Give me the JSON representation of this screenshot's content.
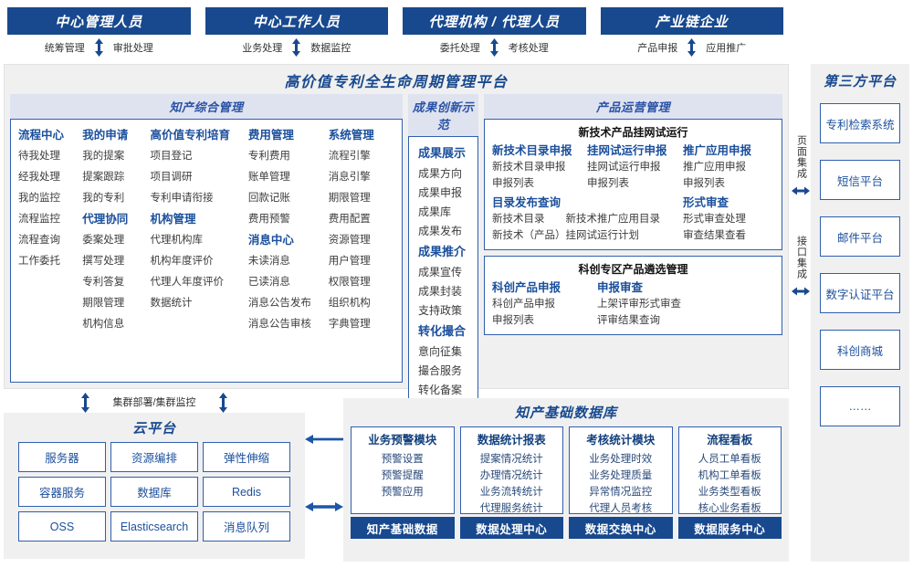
{
  "roles": [
    {
      "title": "中心管理人员",
      "left": "统筹管理",
      "right": "审批处理"
    },
    {
      "title": "中心工作人员",
      "left": "业务处理",
      "right": "数据监控"
    },
    {
      "title": "代理机构 / 代理人员",
      "left": "委托处理",
      "right": "考核处理"
    },
    {
      "title": "产业链企业",
      "left": "产品申报",
      "right": "应用推广"
    }
  ],
  "platform": {
    "title": "高价值专利全生命周期管理平台",
    "panel_a": {
      "header": "知产综合管理",
      "columns": [
        {
          "groups": [
            {
              "title": "流程中心",
              "items": [
                "待我处理",
                "经我处理",
                "我的监控",
                "流程监控",
                "流程查询",
                "工作委托"
              ]
            }
          ]
        },
        {
          "groups": [
            {
              "title": "我的申请",
              "items": [
                "我的提案",
                "提案跟踪",
                "我的专利"
              ]
            },
            {
              "title": "代理协同",
              "items": [
                "委案处理",
                "撰写处理",
                "专利答复",
                "期限管理",
                "机构信息"
              ]
            }
          ]
        },
        {
          "groups": [
            {
              "title": "高价值专利培育",
              "items": [
                "项目登记",
                "项目调研",
                "专利申请衔接"
              ]
            },
            {
              "title": "机构管理",
              "items": [
                "代理机构库",
                "机构年度评价",
                "代理人年度评价",
                "数据统计"
              ]
            }
          ]
        },
        {
          "groups": [
            {
              "title": "费用管理",
              "items": [
                "专利费用",
                "账单管理",
                "回款记账",
                "费用预警"
              ]
            },
            {
              "title": "消息中心",
              "items": [
                "未读消息",
                "已读消息",
                "消息公告发布",
                "消息公告审核"
              ]
            }
          ]
        },
        {
          "groups": [
            {
              "title": "系统管理",
              "items": [
                "流程引擎",
                "消息引擎",
                "期限管理",
                "费用配置",
                "资源管理",
                "用户管理",
                "权限管理",
                "组织机构",
                "字典管理"
              ]
            }
          ]
        }
      ]
    },
    "panel_b": {
      "header": "成果创新示范",
      "groups": [
        {
          "title": "成果展示",
          "items": [
            "成果方向",
            "成果申报",
            "成果库",
            "成果发布"
          ]
        },
        {
          "title": "成果推介",
          "items": [
            "成果宣传",
            "成果封装",
            "支持政策"
          ]
        },
        {
          "title": "转化撮合",
          "items": [
            "意向征集",
            "撮合服务",
            "转化备案"
          ]
        }
      ]
    },
    "panel_c": {
      "header": "产品运营管理",
      "card1": {
        "title": "新技术产品挂网试运行",
        "row1": [
          {
            "title": "新技术目录申报",
            "items": [
              "新技术目录申报",
              "申报列表"
            ]
          },
          {
            "title": "挂网试运行申报",
            "items": [
              "挂网试运行申报",
              "申报列表"
            ]
          },
          {
            "title": "推广应用申报",
            "items": [
              "推广应用申报",
              "申报列表"
            ]
          }
        ],
        "row2": [
          {
            "title": "目录发布查询",
            "items": [
              "新技术目录　　新技术推广应用目录",
              "新技术（产品）挂网试运行计划"
            ]
          },
          {
            "title": "形式审查",
            "items": [
              "形式审查处理",
              "审查结果查看"
            ]
          }
        ]
      },
      "card2": {
        "title": "科创专区产品遴选管理",
        "cols": [
          {
            "title": "科创产品申报",
            "items": [
              "科创产品申报",
              "申报列表"
            ]
          },
          {
            "title": "申报审查",
            "items": [
              "上架评审形式审查",
              "评审结果查询"
            ]
          }
        ]
      }
    }
  },
  "integration": {
    "top_label": "页面集成",
    "bottom_label": "接口集成"
  },
  "third_party": {
    "title": "第三方平台",
    "items": [
      "专利检索系统",
      "短信平台",
      "邮件平台",
      "数字认证平台",
      "科创商城",
      "……"
    ]
  },
  "cluster_label": "集群部署/集群监控",
  "cloud": {
    "title": "云平台",
    "cells": [
      "服务器",
      "资源编排",
      "弹性伸缩",
      "容器服务",
      "数据库",
      "Redis",
      "OSS",
      "Elasticsearch",
      "消息队列"
    ]
  },
  "knowledge_db": {
    "title": "知产基础数据库",
    "columns": [
      {
        "header": "业务预警模块",
        "items": [
          "预警设置",
          "预警提醒",
          "预警应用"
        ],
        "footer": "知产基础数据"
      },
      {
        "header": "数据统计报表",
        "items": [
          "提案情况统计",
          "办理情况统计",
          "业务流转统计",
          "代理服务统计"
        ],
        "footer": "数据处理中心"
      },
      {
        "header": "考核统计模块",
        "items": [
          "业务处理时效",
          "业务处理质量",
          "异常情况监控",
          "代理人员考核"
        ],
        "footer": "数据交换中心"
      },
      {
        "header": "流程看板",
        "items": [
          "人员工单看板",
          "机构工单看板",
          "业务类型看板",
          "核心业务看板"
        ],
        "footer": "数据服务中心"
      }
    ]
  },
  "colors": {
    "navy": "#18498e",
    "blue": "#1b4f9c",
    "panel_head_bg": "#dfe3f0",
    "frame_bg": "#f0f0f0",
    "border": "#2f5fae"
  }
}
